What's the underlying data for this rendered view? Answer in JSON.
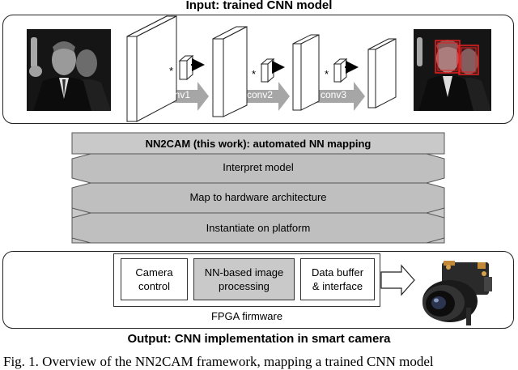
{
  "input_title": "Input: trained CNN model",
  "conv_labels": [
    "conv1",
    "conv2",
    "conv3"
  ],
  "multiply_symbol": "*",
  "nn2cam_title": "NN2CAM (this work): automated NN mapping",
  "steps": [
    "Interpret model",
    "Map to hardware architecture",
    "Instantiate on platform"
  ],
  "firmware": {
    "blocks": [
      "Camera\ncontrol",
      "NN-based image\nprocessing",
      "Data buffer\n& interface"
    ],
    "label": "FPGA firmware"
  },
  "output_title": "Output: CNN implementation in smart camera",
  "caption": "Fig. 1. Overview of the NN2CAM framework, mapping a trained CNN model",
  "colors": {
    "panel_gray": "#c9c9c9",
    "funnel_gray": "#bfbfbf",
    "arrow_gray": "#a6a6a6",
    "face_box_red": "#e02020"
  }
}
